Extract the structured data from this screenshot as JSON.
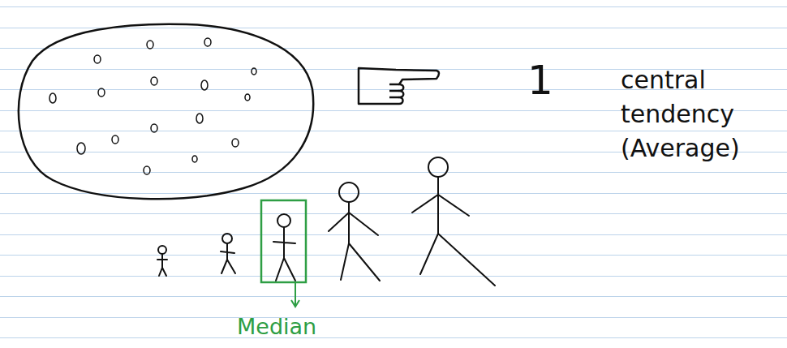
{
  "diagram": {
    "labels": [
      "1",
      "central tendency (Average)",
      "Median"
    ]
  }
}
